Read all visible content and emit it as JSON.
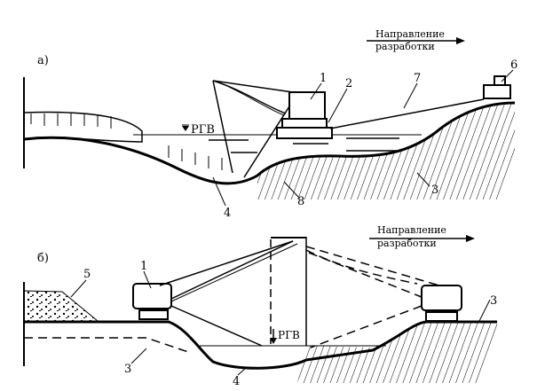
{
  "panel_a": {
    "label": "а)",
    "direction_line1": "Направление",
    "direction_line2": "разработки",
    "water_level": "РГВ",
    "callouts": [
      "1",
      "2",
      "3",
      "4",
      "6",
      "7",
      "8"
    ]
  },
  "panel_b": {
    "label": "б)",
    "direction_line1": "Направление",
    "direction_line2": "разработки",
    "water_level": "РГВ",
    "callouts": [
      "1",
      "3",
      "3",
      "4",
      "5"
    ]
  }
}
